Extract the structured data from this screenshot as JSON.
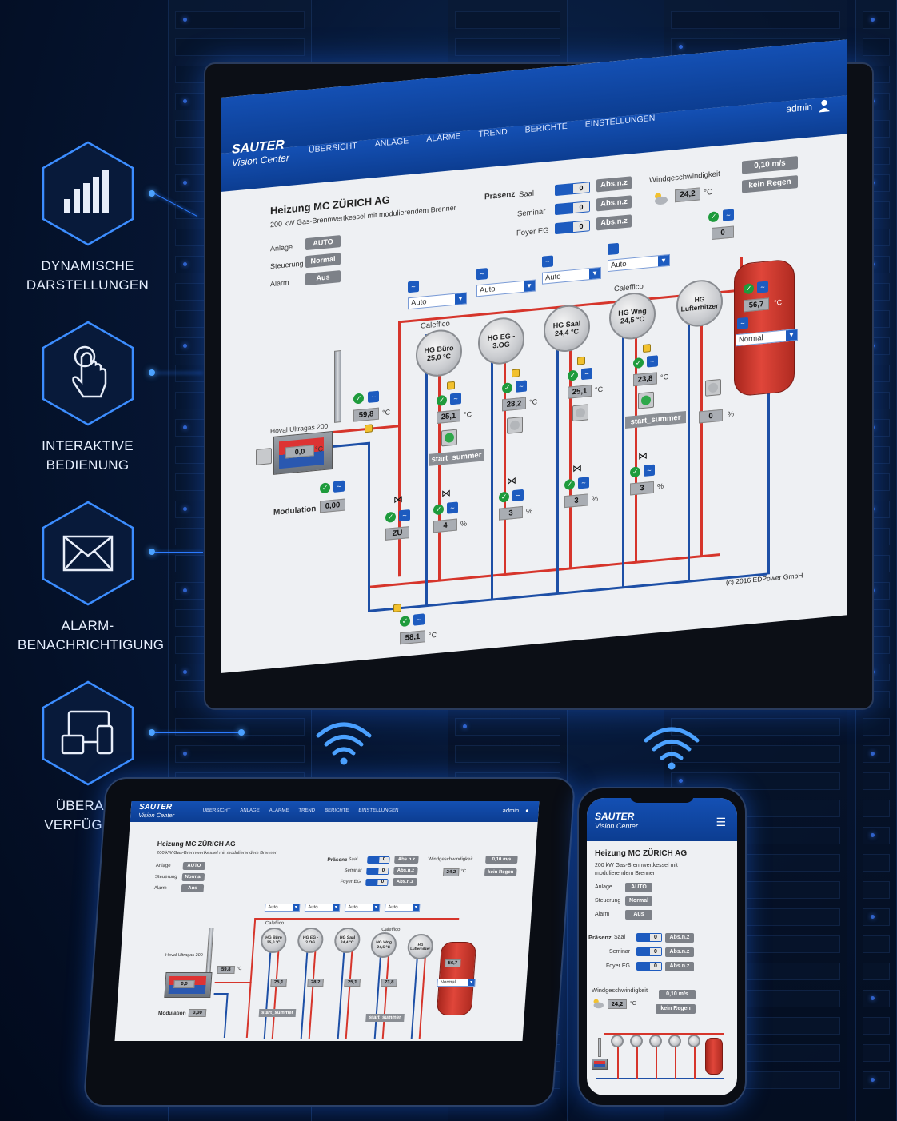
{
  "features": [
    {
      "label": "DYNAMISCHE DARSTELLUNGEN",
      "icon": "bar-chart-icon"
    },
    {
      "label": "INTERAKTIVE BEDIENUNG",
      "icon": "hand-touch-icon"
    },
    {
      "label": "ALARM-BENACHRICHTIGUNG",
      "icon": "envelope-icon"
    },
    {
      "label": "ÜBERALL VERFÜGBAR",
      "icon": "devices-icon"
    }
  ],
  "app": {
    "brand": "SAUTER",
    "sub": "Vision Center",
    "user": "admin",
    "nav": [
      "ÜBERSICHT",
      "ANLAGE",
      "ALARME",
      "TREND",
      "BERICHTE",
      "EINSTELLUNGEN"
    ],
    "title": "Heizung MC ZÜRICH AG",
    "subtitle": "200 kW Gas-Brennwertkessel mit modulierendem Brenner",
    "status": [
      {
        "label": "Anlage",
        "value": "AUTO"
      },
      {
        "label": "Steuerung",
        "value": "Normal"
      },
      {
        "label": "Alarm",
        "value": "Aus"
      }
    ],
    "presence_title": "Präsenz",
    "presence": [
      {
        "label": "Saal",
        "value": "0",
        "state": "Abs.n.z"
      },
      {
        "label": "Seminar",
        "value": "0",
        "state": "Abs.n.z"
      },
      {
        "label": "Foyer EG",
        "value": "0",
        "state": "Abs.n.z"
      }
    ],
    "wind_label": "Windgeschwindigkeit",
    "wind_value": "0,10 m/s",
    "rain": "kein Regen",
    "outside_temp": "24,2",
    "unit_c": "°C",
    "unit_pct": "%",
    "top_value": "0",
    "selects": [
      "Auto",
      "Auto",
      "Auto",
      "Auto"
    ],
    "caleffico": "Caleffico",
    "boiler_name": "Hoval Ultragas 200",
    "boiler_temp": "0,0",
    "flow_temp": "59,8",
    "modulation_label": "Modulation",
    "modulation_value": "0,00",
    "return_temp": "58,1",
    "zu": "ZU",
    "circuits": [
      {
        "name": "HG Büro",
        "gauge": "25,0 °C",
        "temp": "25,1",
        "pump": "start_summer",
        "valve": "4"
      },
      {
        "name": "HG EG - 3.OG",
        "gauge": "",
        "temp": "28,2",
        "pump": "",
        "valve": "3"
      },
      {
        "name": "HG Saal",
        "gauge": "24,4 °C",
        "temp": "25,1",
        "pump": "",
        "valve": "3"
      },
      {
        "name": "HG Wng",
        "gauge": "24,5 °C",
        "temp": "23,8",
        "pump": "start_summer",
        "valve": "3"
      },
      {
        "name": "HG Lufterhitzer",
        "gauge": "",
        "temp": "",
        "pump": "",
        "valve": "0"
      }
    ],
    "tank_temp": "56,7",
    "tank_mode": "Normal",
    "copyright": "(c) 2016 EDPower GmbH"
  },
  "tablet": {
    "nav": [
      "ÜBERSICHT",
      "ANLAGE",
      "ALARME",
      "TREND",
      "BERICHTE",
      "EINSTELLUNGEN"
    ]
  },
  "colors": {
    "accent": "#1d5bbf",
    "header": "#0c3d91",
    "pipe_hot": "#d6352b",
    "pipe_cold": "#1d4fa6",
    "glow": "#2d7cff"
  }
}
